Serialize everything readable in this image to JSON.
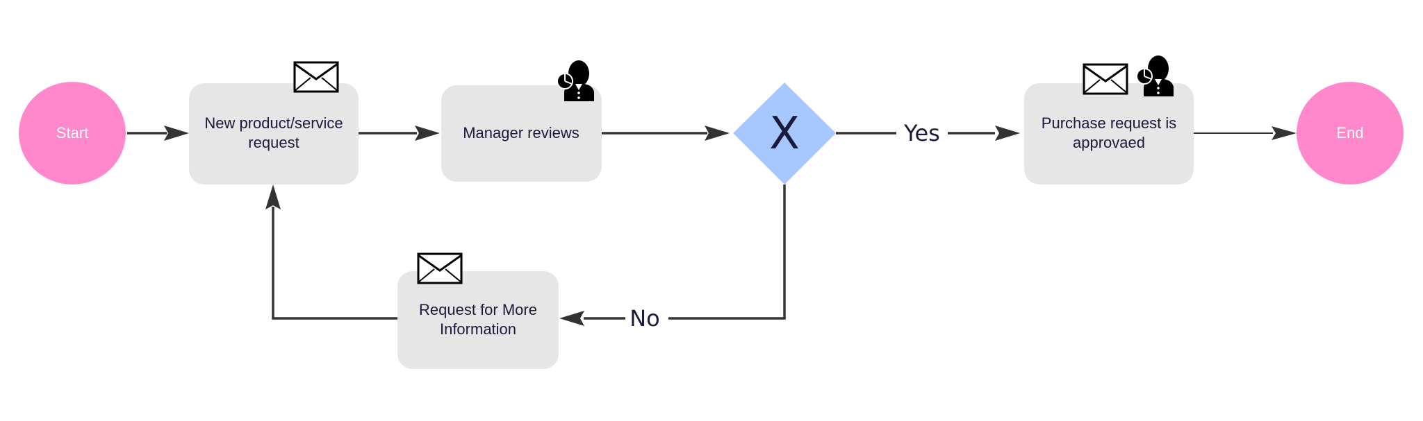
{
  "nodes": {
    "start": {
      "label": "Start",
      "color": "#ff88cc"
    },
    "new_request": {
      "label_lines": [
        "New product/service",
        "request"
      ],
      "icons": [
        "envelope-icon"
      ]
    },
    "manager_reviews": {
      "label": "Manager reviews",
      "icons": [
        "user-icon"
      ]
    },
    "gateway": {
      "label": "X",
      "color": "#a6c8ff"
    },
    "purchase_approved": {
      "label_lines": [
        "Purchase request is",
        "approvaed"
      ],
      "icons": [
        "envelope-icon",
        "user-icon"
      ]
    },
    "end": {
      "label": "End",
      "color": "#ff88cc"
    },
    "more_info": {
      "label_lines": [
        "Request for More",
        "Information"
      ],
      "icons": [
        "envelope-icon"
      ]
    }
  },
  "edges": {
    "yes_label": "Yes",
    "no_label": "No"
  },
  "colors": {
    "task_fill": "#e6e6e6",
    "edge": "#333333",
    "text": "#1a1a3a"
  }
}
